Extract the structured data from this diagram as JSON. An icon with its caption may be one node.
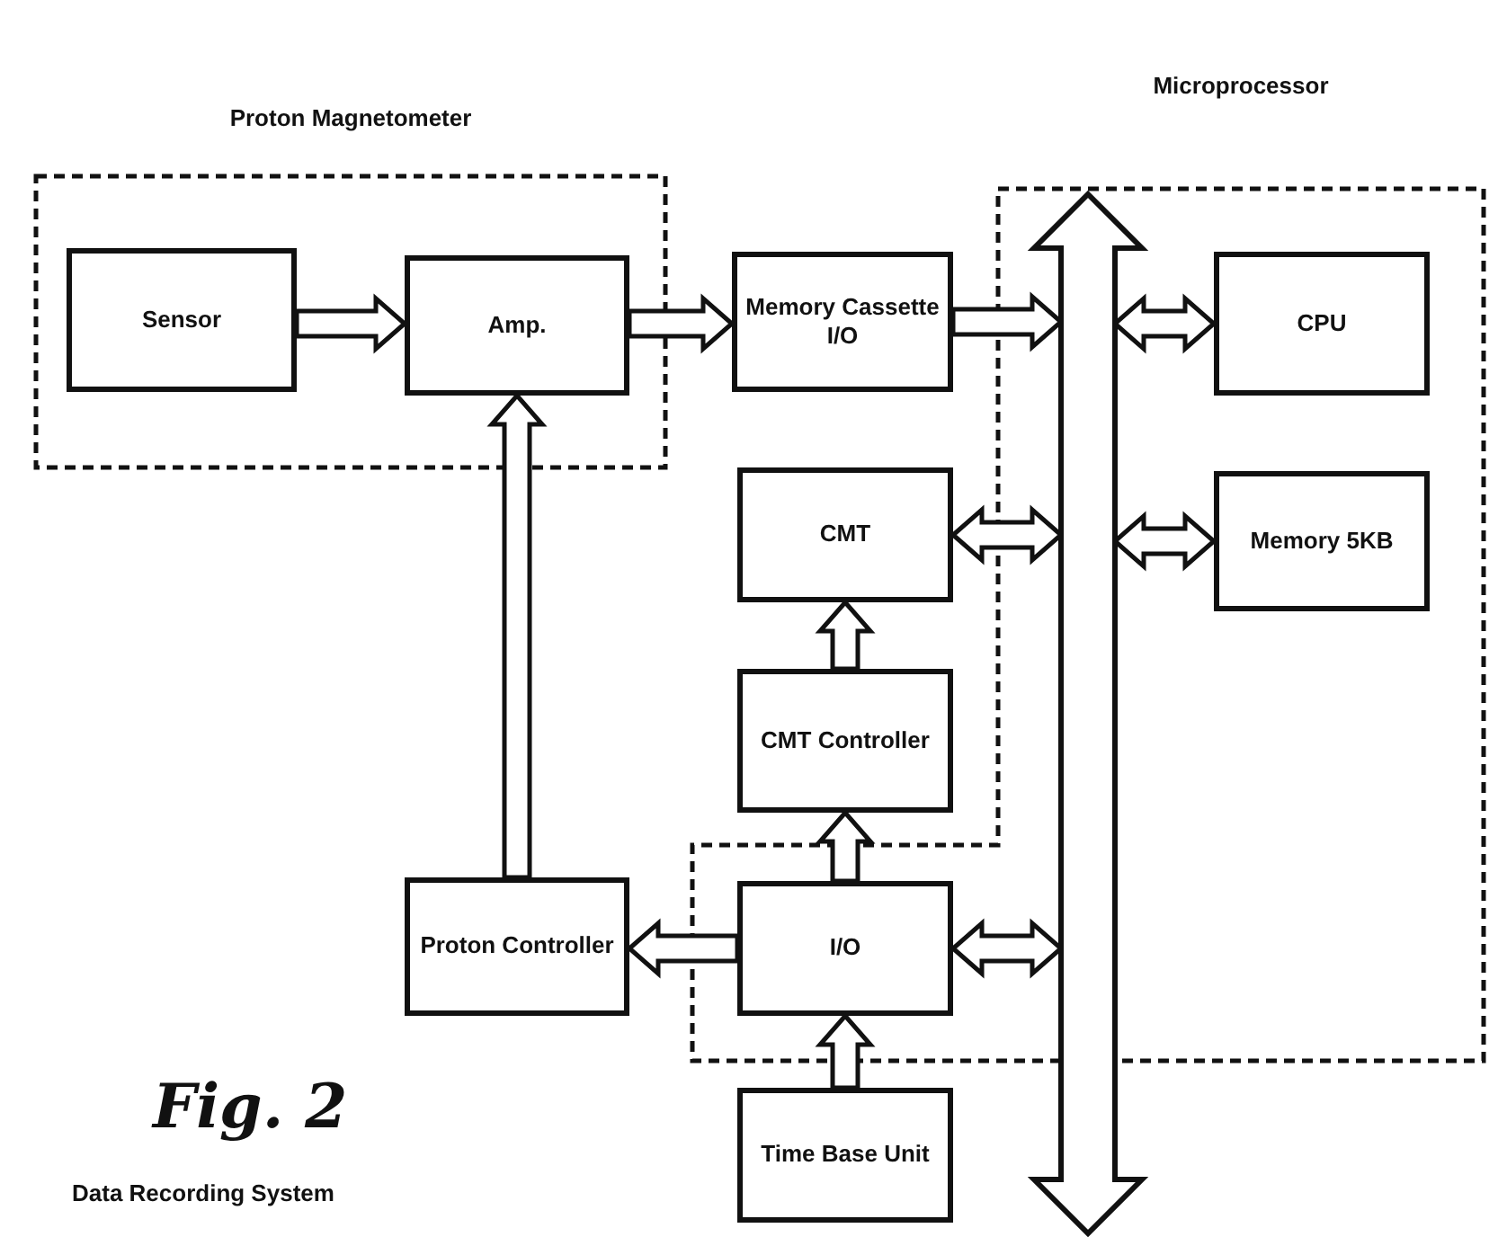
{
  "diagram": {
    "caption": "Data Recording System",
    "nodes": [
      {
        "text": [
          "Proton Magnetometer"
        ]
      },
      {
        "text": [
          "Sensor"
        ],
        "in": 0
      },
      {
        "text": [
          "Amp."
        ],
        "in": 0
      },
      {
        "text": [
          "Memory Cassette I/O"
        ]
      },
      {
        "text": [
          "Microprocessor"
        ]
      },
      {
        "text": [],
        "shape": "bar"
      },
      {
        "text": [
          "CPU"
        ],
        "in": 4
      },
      {
        "text": [
          "Memory 5KB"
        ],
        "in": 4
      },
      {
        "text": [
          "CMT"
        ]
      },
      {
        "text": [
          "CMT Controller"
        ]
      },
      {
        "text": [
          "Proton Controller"
        ]
      },
      {
        "text": [
          "I/O"
        ],
        "in": 4
      },
      {
        "text": [
          "Time Base Unit"
        ]
      }
    ],
    "edges": [
      {
        "from": 1,
        "to": 2,
        "arrow": "to"
      },
      {
        "from": 2,
        "to": 3,
        "arrow": "to"
      },
      {
        "from": 3,
        "to": 5,
        "arrow": "to"
      },
      {
        "from": 5,
        "to": 6,
        "arrow": "both"
      },
      {
        "from": 5,
        "to": 7,
        "arrow": "both"
      },
      {
        "from": 8,
        "to": 5,
        "arrow": "both"
      },
      {
        "from": 9,
        "to": 8,
        "arrow": "to"
      },
      {
        "from": 11,
        "to": 9,
        "arrow": "to"
      },
      {
        "from": 11,
        "to": 5,
        "arrow": "both"
      },
      {
        "from": 11,
        "to": 10,
        "arrow": "to"
      },
      {
        "from": 10,
        "to": 2,
        "arrow": "to"
      },
      {
        "from": 12,
        "to": 11,
        "arrow": "to"
      }
    ],
    "labels": [
      "Fig. 2"
    ]
  }
}
